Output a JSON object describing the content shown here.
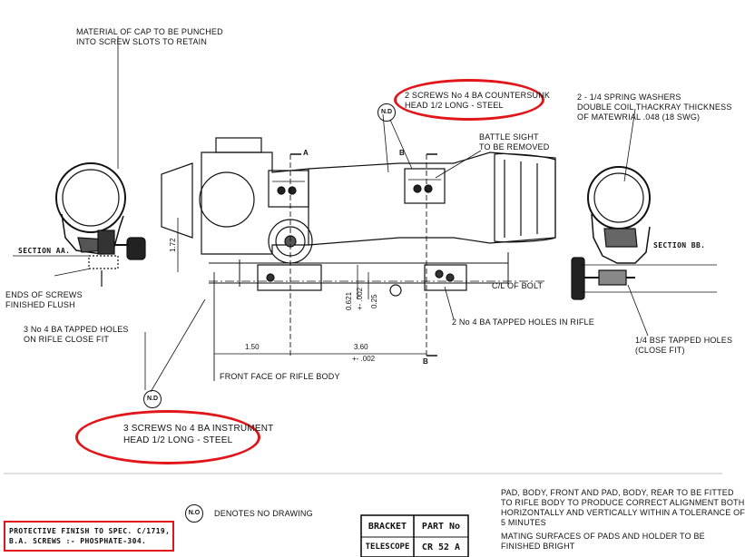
{
  "notes": {
    "cap_material": [
      "MATERIAL OF CAP TO BE PUNCHED",
      "INTO SCREW SLOTS TO RETAIN"
    ],
    "countersunk_screws": [
      "2 SCREWS No 4 BA COUNTERSUNK",
      "HEAD 1/2 LONG - STEEL"
    ],
    "spring_washers": [
      "2 - 1/4 SPRING WASHERS",
      "DOUBLE COIL THACKRAY THICKNESS",
      "OF MATEWRIAL .048 (18 SWG)"
    ],
    "battle_sight": [
      "BATTLE SIGHT",
      "TO BE REMOVED"
    ],
    "section_aa": "SECTION AA.",
    "section_bb": "SECTION BB.",
    "screw_ends": [
      "ENDS OF SCREWS",
      "FINISHED FLUSH"
    ],
    "tapped_holes_3": [
      "3 No 4 BA TAPPED HOLES",
      "ON RIFLE CLOSE FIT"
    ],
    "cl_of_bolt": "C/L OF BOLT",
    "tapped_holes_2": "2 No 4 BA TAPPED HOLES IN RIFLE",
    "bsf_tapped": [
      "1/4 BSF TAPPED HOLES",
      "(CLOSE FIT)"
    ],
    "front_face": "FRONT FACE OF RIFLE BODY",
    "instrument_screws": [
      "3 SCREWS No 4 BA INSTRUMENT",
      "HEAD 1/2 LONG - STEEL"
    ],
    "denotes": "DENOTES NO DRAWING",
    "pad_fitting": [
      "PAD, BODY, FRONT AND PAD, BODY, REAR TO BE FITTED",
      "TO RIFLE BODY TO PRODUCE CORRECT ALIGNMENT BOTH",
      "HORIZONTALLY AND VERTICALLY WITHIN A TOLERANCE OF",
      "5 MINUTES"
    ],
    "mating_surfaces": [
      "MATING SURFACES OF PADS AND HOLDER TO BE",
      "FINISHED BRIGHT"
    ],
    "protective_finish": [
      "PROTECTIVE FINISH TO SPEC. C/1719,",
      "B.A. SCREWS :- PHOSPHATE-304."
    ]
  },
  "dimensions": {
    "d172": "1.72",
    "d150": "1.50",
    "d360": "3.60",
    "d360_tol": "+- .002",
    "d0621": "0.621",
    "d0621_tol": "+- .002",
    "d025": "0.25"
  },
  "markers": {
    "nd": "N.D",
    "nd_legend": "N.O",
    "section_a": "A",
    "section_b": "B"
  },
  "title_block": {
    "name_line1": "BRACKET",
    "name_line2": "TELESCOPE",
    "part_label": "PART No",
    "part_number": "CR 52 A"
  },
  "colors": {
    "highlight": "#e0161b",
    "ink": "#111111"
  }
}
